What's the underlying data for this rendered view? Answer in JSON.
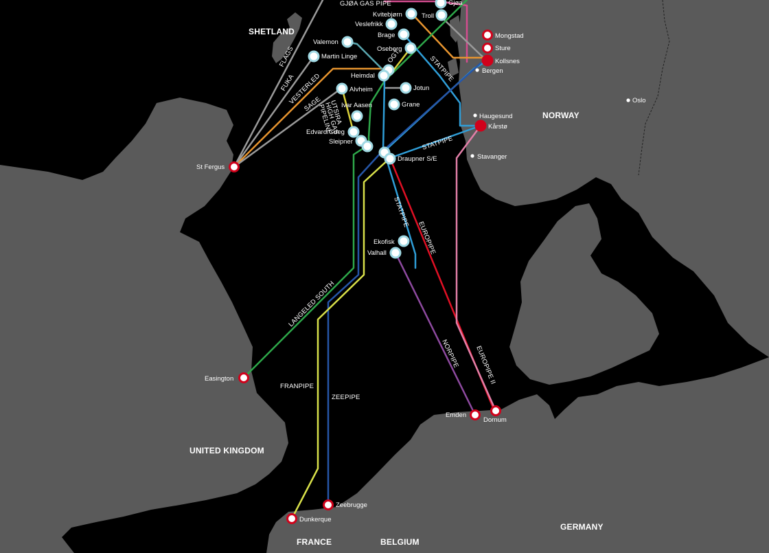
{
  "colors": {
    "background": "#000000",
    "land": "#5a5a5a",
    "field_ring": "#9fd8e3",
    "terminal_ring": "#d0021b",
    "vesterled": "#e8952f",
    "fuka": "#9a9a9a",
    "sage": "#9a9a9a",
    "flags": "#9a9a9a",
    "og": "#d8cf3a",
    "statpipe": "#2f9ed8",
    "europipe": "#e01024",
    "europipe_ii": "#e27fa8",
    "norpipe": "#8e4aa0",
    "zeepipe": "#2656a8",
    "franpipe": "#d8e04a",
    "langeled": "#2ea84a",
    "gjoa": "#d44d8f",
    "green_north": "#2ea84a"
  },
  "countries": {
    "shetland": "SHETLAND",
    "norway": "NORWAY",
    "uk": "UNITED KINGDOM",
    "france": "FRANCE",
    "belgium": "BELGIUM",
    "germany": "GERMANY"
  },
  "pipelines": {
    "gjoa": "GJØA GAS PIPE",
    "flags": "FLAGS",
    "fuka": "FUKA",
    "vesterled": "VESTERLED",
    "sage": "SAGE",
    "og": "OGT",
    "utsira_1": "UTSIRA",
    "utsira_2": "HIGH GAS",
    "utsira_3": "PIPELINE",
    "statpipe_north": "STATPIPE",
    "statpipe_east": "STATPIPE",
    "statpipe_south": "STATPIPE",
    "europipe": "EUROPIPE",
    "europipe_ii": "EUROPIPE II",
    "norpipe": "NORPIPE",
    "langeled": "LANGELED SOUTH",
    "franpipe": "FRANPIPE",
    "zeepipe": "ZEEPIPE"
  },
  "fields": {
    "gjoa": "Gjøa",
    "kvitebjorn": "Kvitebjørn",
    "troll": "Troll",
    "veslefrikk": "Veslefrikk",
    "brage": "Brage",
    "valemon": "Valemon",
    "oseberg": "Oseberg",
    "martin_linge": "Martin Linge",
    "heimdal": "Heimdal",
    "alvheim": "Alvheim",
    "jotun": "Jotun",
    "grane": "Grane",
    "ivar_aasen": "Ivar Aasen",
    "edvard_grieg": "Edvard Grieg",
    "sleipner": "Sleipner",
    "draupner": "Draupner S/E",
    "ekofisk": "Ekofisk",
    "valhall": "Valhall"
  },
  "terminals": {
    "mongstad": "Mongstad",
    "sture": "Sture",
    "kollsnes": "Kollsnes",
    "karsto": "Kårstø",
    "st_fergus": "St Fergus",
    "easington": "Easington",
    "emden": "Emden",
    "dornum": "Dornum",
    "zeebrugge": "Zeebrugge",
    "dunkerque": "Dunkerque"
  },
  "cities": {
    "bergen": "Bergen",
    "haugesund": "Haugesund",
    "stavanger": "Stavanger",
    "oslo": "Oslo"
  }
}
